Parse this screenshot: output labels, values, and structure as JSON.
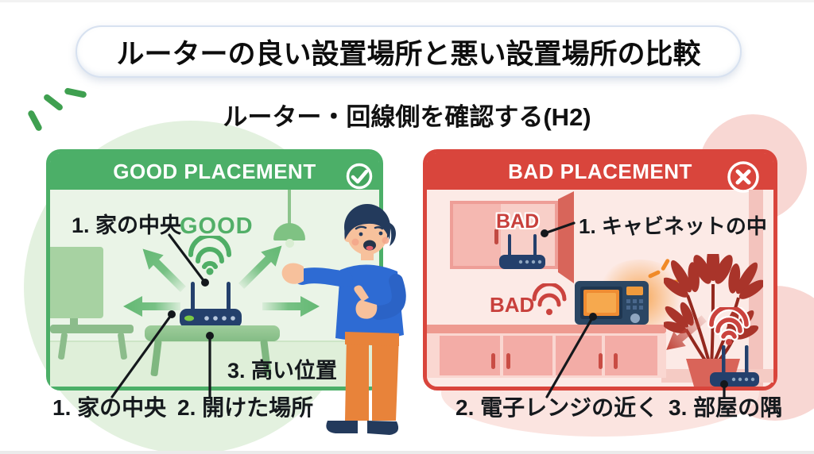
{
  "title": "ルーターの良い設置場所と悪い設置場所の比較",
  "subtitle": "ルーター・回線側を確認する(H2)",
  "colors": {
    "good_green": "#4caf68",
    "good_bg": "#eaf4e7",
    "bad_red": "#d9453c",
    "bad_bg": "#fceae6",
    "router_navy": "#24406c",
    "accent_orange": "#f08a28",
    "label_black": "#15191d"
  },
  "icons": {
    "good_header_icon": "check-circle",
    "bad_header_icon": "x-circle",
    "wifi_icon": "wifi-waves"
  },
  "good_panel": {
    "header": "GOOD PLACEMENT",
    "status_word": "GOOD",
    "labels": {
      "center_top": "1. 家の中央",
      "high_position": "3. 高い位置",
      "center_bottom": "1. 家の中央",
      "open_space": "2. 開けた場所"
    }
  },
  "bad_panel": {
    "header": "BAD PLACEMENT",
    "status_word_cabinet": "BAD",
    "status_word_microwave": "BAD",
    "labels": {
      "cabinet": "1. キャビネットの中",
      "microwave": "2. 電子レンジの近く",
      "corner": "3. 部屋の隅"
    }
  }
}
